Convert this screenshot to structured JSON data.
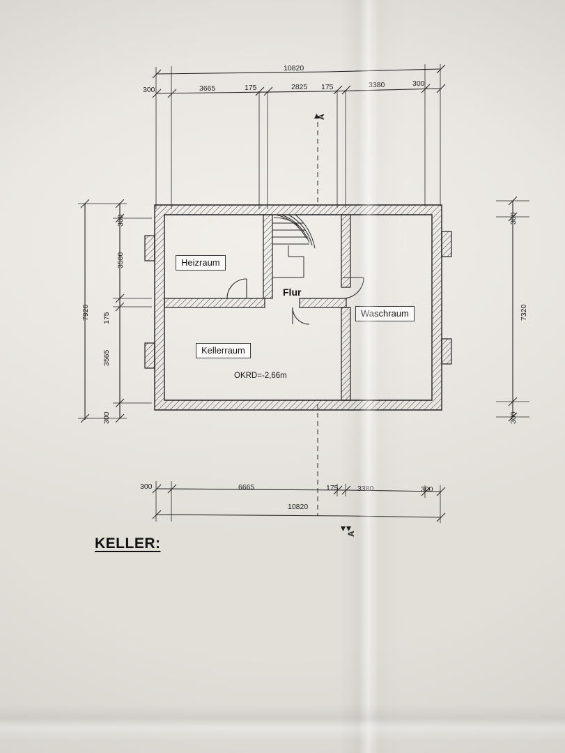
{
  "document": {
    "title": "KELLER:",
    "type": "architectural-floor-plan",
    "level_note": "OKRD=-2,66m"
  },
  "rooms": [
    {
      "name": "Heizraum"
    },
    {
      "name": "Flur"
    },
    {
      "name": "Waschraum"
    },
    {
      "name": "Kellerraum"
    }
  ],
  "section_marks": [
    {
      "label": "A",
      "position": "top"
    },
    {
      "label": "A",
      "position": "bottom"
    }
  ],
  "dimensions": {
    "top_overall": "10820",
    "top_chain": [
      "300",
      "3665",
      "175",
      "2825",
      "175",
      "3380",
      "300"
    ],
    "bottom_overall": "10820",
    "bottom_chain": [
      "300",
      "6665",
      "175",
      "3380",
      "300"
    ],
    "left_overall": "7920",
    "left_chain": [
      "300",
      "3580",
      "175",
      "3565",
      "300"
    ],
    "right_overall": "7320",
    "right_chain": [
      "300",
      "300"
    ]
  },
  "colors": {
    "ink": "#1d1d1d",
    "paper": "#eceae4",
    "label_bg": "#fbfaf8"
  }
}
